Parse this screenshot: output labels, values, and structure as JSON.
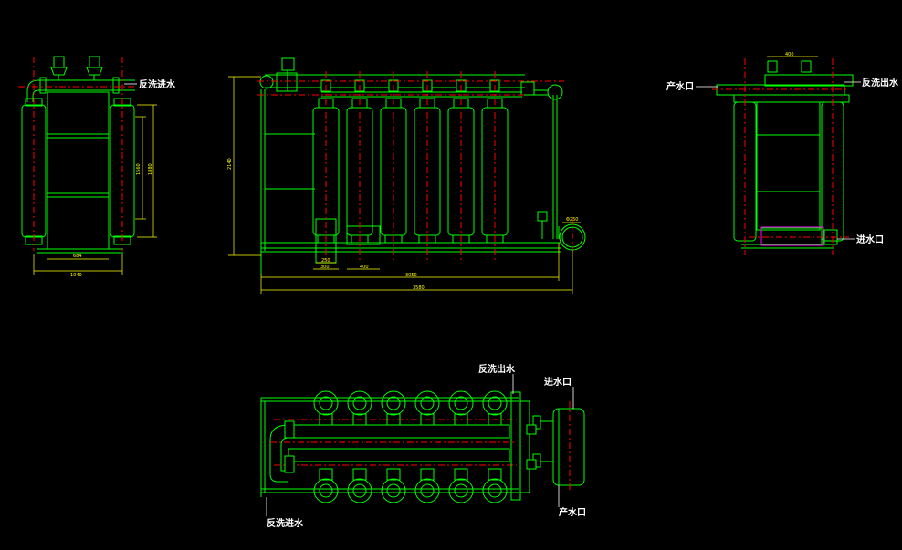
{
  "labels": {
    "backwash_inlet": "反洗进水",
    "backwash_outlet": "反洗出水",
    "product_outlet": "产水口",
    "feed_inlet": "进水口"
  },
  "dimensions": {
    "side_inner_width": "684",
    "side_total_width": "1040",
    "side_height_1": "1560",
    "side_height_2": "1880",
    "front_height": "2140",
    "front_dim_250": "250",
    "front_dim_300": "300",
    "front_dim_400": "400",
    "front_dim_3050": "3050",
    "front_total": "3580",
    "pipe_dia": "Φ250",
    "right_top": "400"
  },
  "colors": {
    "background": "#000000",
    "structure": "#00ff00",
    "centerline": "#ff0000",
    "dimension": "#ffff00",
    "text": "#ffffff",
    "accent": "#ff00ff"
  }
}
